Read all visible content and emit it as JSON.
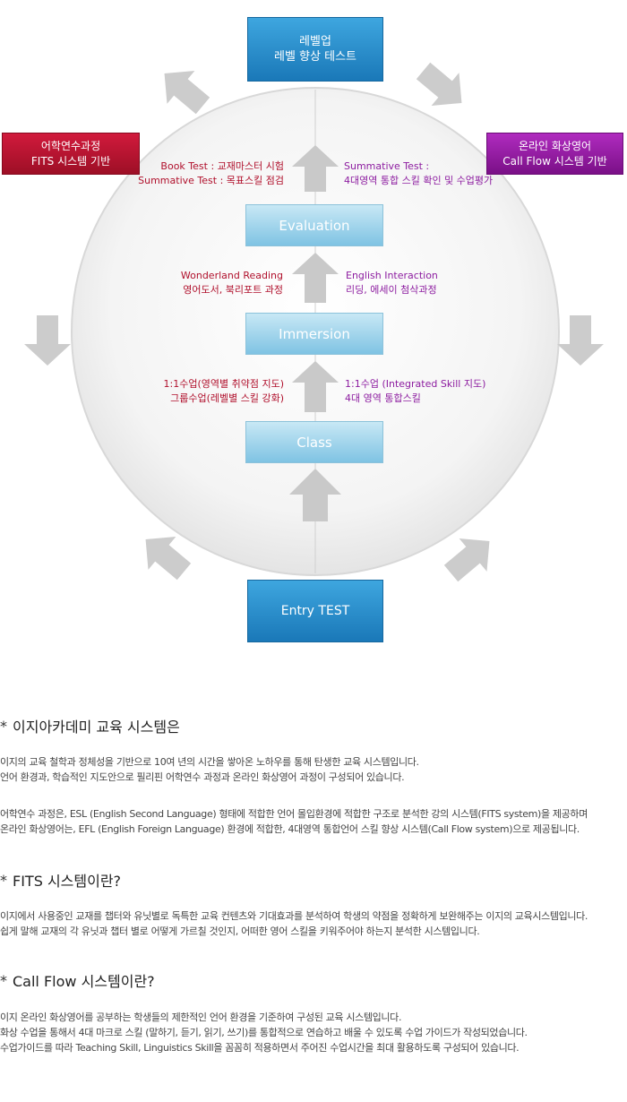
{
  "diagram": {
    "top_box": {
      "line1": "레벨업",
      "line2": "레벨 향상 테스트"
    },
    "left_box": {
      "line1": "어학연수과정",
      "line2": "FITS 시스템 기반"
    },
    "right_box": {
      "line1": "온라인 화상영어",
      "line2": "Call Flow 시스템 기반"
    },
    "bottom_box": {
      "label": "Entry TEST"
    },
    "stages": {
      "evaluation": "Evaluation",
      "immersion": "Immersion",
      "class": "Class"
    },
    "annotations": {
      "eval_left": [
        "Book Test : 교재마스터 시험",
        "Summative Test : 목표스킬 점검"
      ],
      "eval_right": [
        "Summative Test :",
        "4대영역 통합 스킬 확인 및 수업평가"
      ],
      "imm_left": [
        "Wonderland Reading",
        "영어도서, 북리포트 과정"
      ],
      "imm_right": [
        "English Interaction",
        "리딩, 에세이 첨삭과정"
      ],
      "class_left": [
        "1:1수업(영역별 취약점 지도)",
        "그룹수업(레벨별 스킬 강화)"
      ],
      "class_right": [
        "1:1수업 (Integrated Skill 지도)",
        "4대 영역 통합스킬"
      ]
    },
    "colors": {
      "blue": "#2a8fd0",
      "crimson": "#b0102c",
      "purple": "#8d1da0",
      "arrow_gray": "#cccccc"
    }
  },
  "sections": [
    {
      "title": "이지아카데미 교육 시스템은",
      "paragraphs": [
        [
          "이지의 교육 철학과 정체성을 기반으로 10여 년의 시간을 쌓아온 노하우를 통해 탄생한 교육 시스템입니다.",
          "언어 환경과, 학습적인 지도안으로 필리핀 어학연수 과정과 온라인 화상영어 과정이 구성되어 있습니다."
        ],
        [
          "어학연수 과정은, ESL (English Second Language) 형태에 적합한 언어 몰입환경에 적합한 구조로 분석한 강의 시스템(FITS system)을 제공하며",
          "온라인 화상영어는, EFL (English Foreign Language) 환경에 적합한, 4대영역 통합언어 스킬 향상 시스템(Call Flow system)으로 제공됩니다."
        ]
      ]
    },
    {
      "title": "FITS 시스템이란?",
      "paragraphs": [
        [
          "이지에서 사용중인 교재를 챕터와 유닛별로 독특한 교육 컨텐츠와 기대효과를 분석하여 학생의 약점을 정확하게 보완해주는 이지의 교육시스템입니다.",
          "쉽게 말해 교재의 각 유닛과 챕터 별로 어떻게 가르칠 것인지, 어떠한 영어 스킬을 키워주어야 하는지 분석한 시스템입니다."
        ]
      ]
    },
    {
      "title": "Call Flow 시스템이란?",
      "paragraphs": [
        [
          "이지 온라인 화상영어를 공부하는 학생들의 제한적인 언어 환경을 기준하여 구성된 교육 시스템입니다.",
          "화상 수업을 통해서 4대 마크로 스킬 (말하기, 듣기, 읽기, 쓰기)를 통합적으로 연습하고 배울 수 있도록 수업 가이드가 작성되었습니다.",
          "수업가이드를 따라 Teaching Skill, Linguistics Skill을 꼼꼼히 적용하면서 주어진 수업시간을 최대 활용하도록 구성되어 있습니다."
        ]
      ]
    }
  ]
}
